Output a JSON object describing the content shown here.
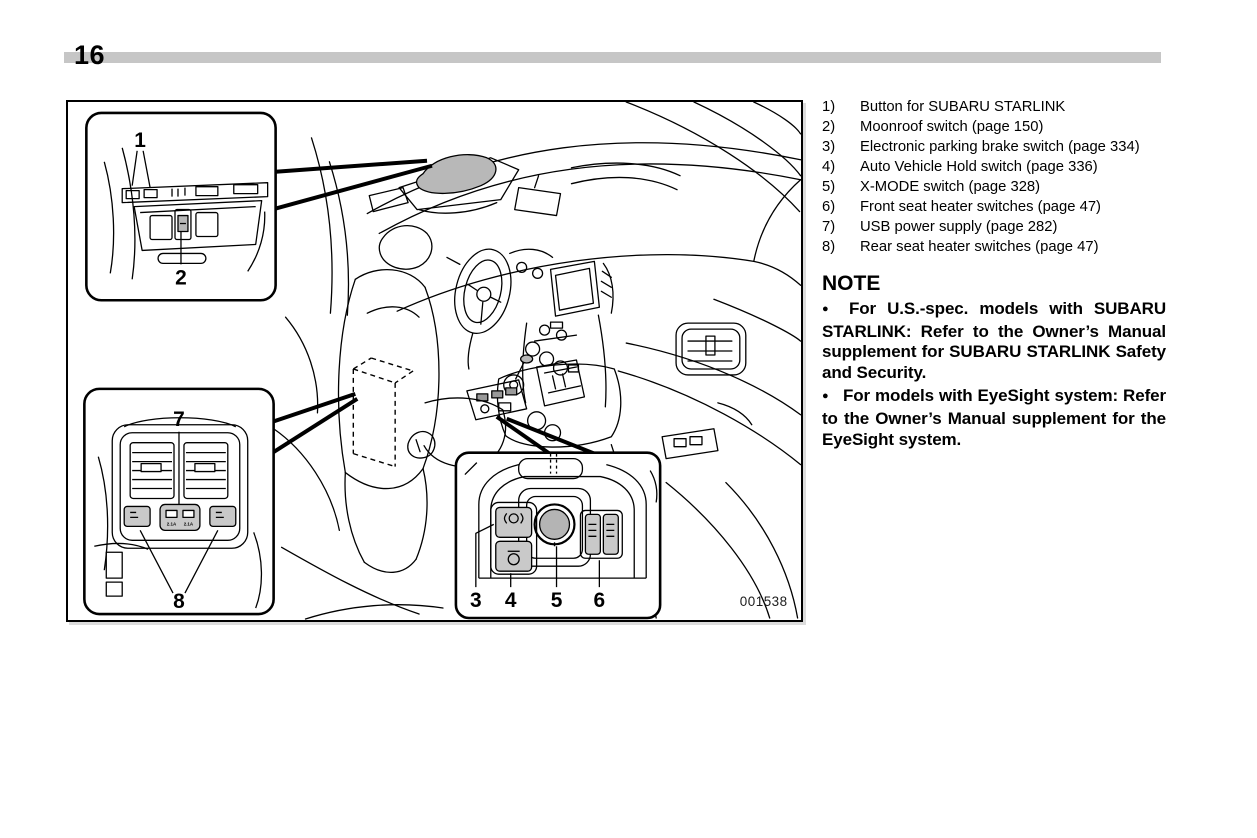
{
  "page": {
    "number": "16"
  },
  "figure": {
    "code": "001538",
    "callouts": {
      "c1": "1",
      "c2": "2",
      "c3": "3",
      "c4": "4",
      "c5": "5",
      "c6": "6",
      "c7": "7",
      "c8": "8"
    },
    "usb_labels": [
      "2.1A",
      "2.1A"
    ]
  },
  "parts_list": {
    "items": [
      {
        "num": "1)",
        "label": "Button for SUBARU STARLINK"
      },
      {
        "num": "2)",
        "label": "Moonroof switch (page 150)"
      },
      {
        "num": "3)",
        "label": "Electronic parking brake switch (page 334)"
      },
      {
        "num": "4)",
        "label": "Auto Vehicle Hold switch (page 336)"
      },
      {
        "num": "5)",
        "label": "X-MODE switch (page 328)"
      },
      {
        "num": "6)",
        "label": "Front seat heater switches (page 47)"
      },
      {
        "num": "7)",
        "label": "USB power supply (page 282)"
      },
      {
        "num": "8)",
        "label": "Rear seat heater switches (page 47)"
      }
    ]
  },
  "note": {
    "heading": "NOTE",
    "bullet_glyph": "●",
    "bullets": [
      "For U.S.-spec. models with SUBARU STARLINK: Refer to the Owner’s Manual supplement for SUBARU STARLINK Safety and Security.",
      "For models with EyeSight system: Refer to the Owner’s Manual supplement for the EyeSight system."
    ]
  },
  "colors": {
    "header_bar": "#c6c6c6",
    "diagram_shading": "#b8b8b8",
    "switch_fill": "#c9c9c9",
    "text": "#000000"
  }
}
